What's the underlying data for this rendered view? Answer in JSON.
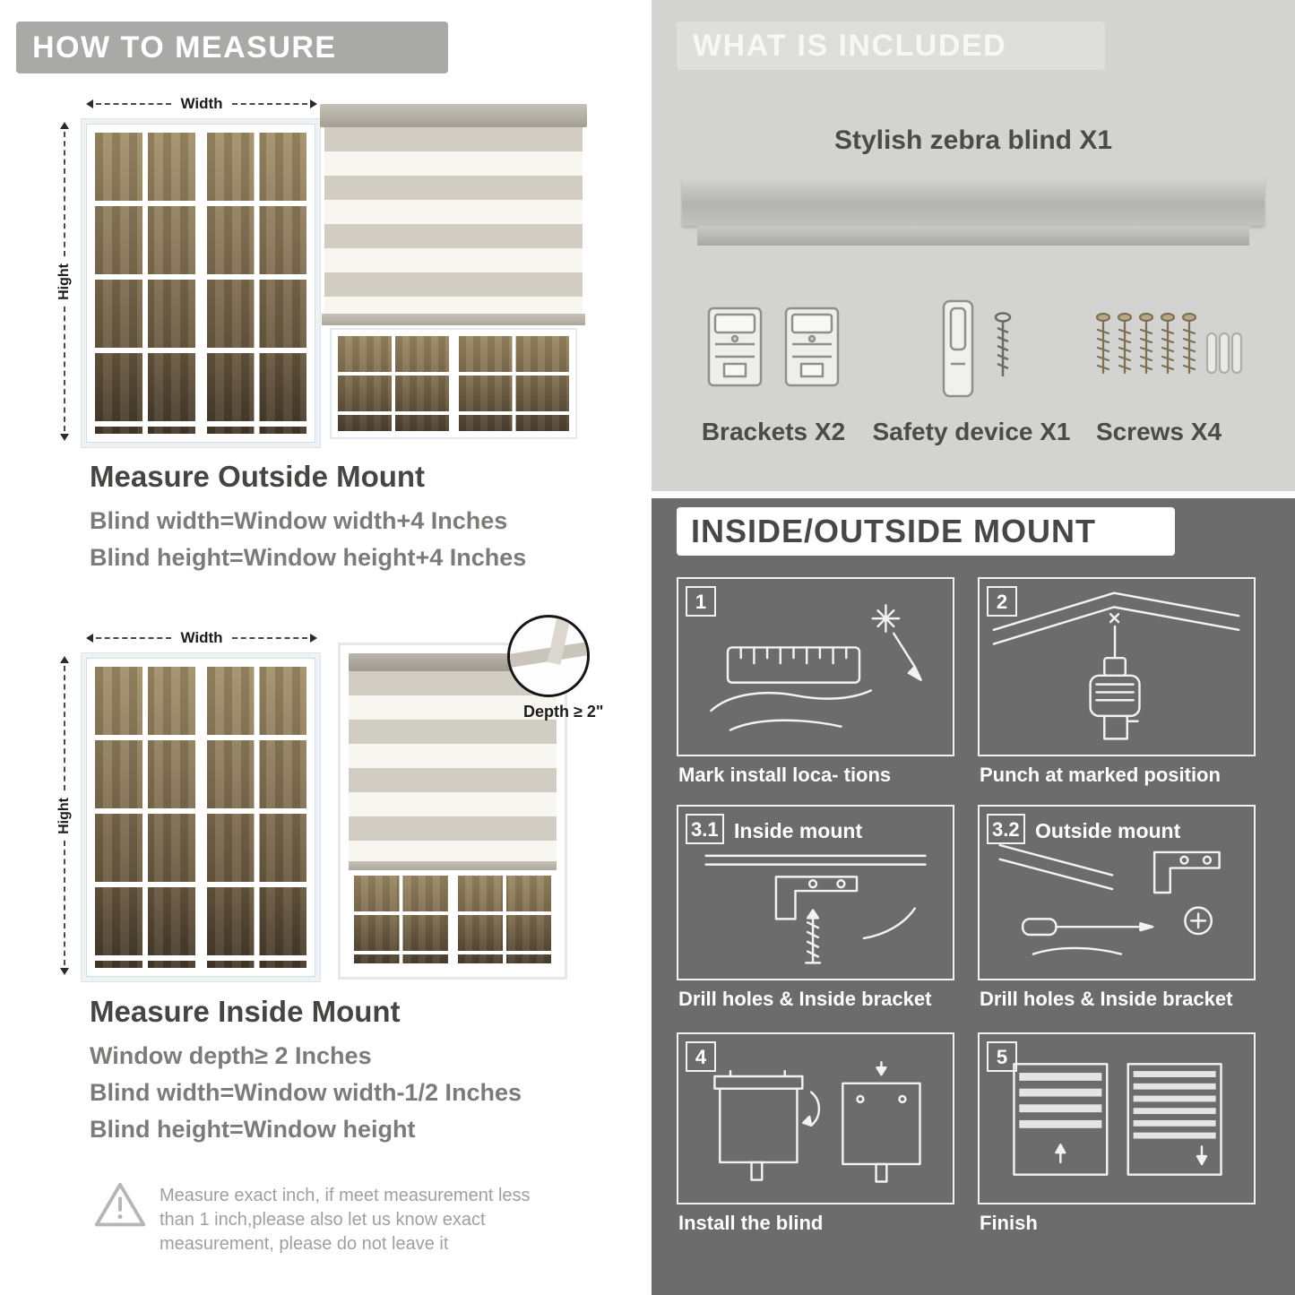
{
  "colors": {
    "left_header_bg": "#a9a9a8",
    "right_top_bg": "#d3d3d1",
    "right_bottom_bg": "#6c6c6c",
    "heading_text": "#454544",
    "body_text": "#7c7b7a"
  },
  "icons": {
    "warning": "warning-triangle-icon",
    "brackets": "brackets-icon",
    "safety": "safety-device-icon",
    "screws": "screws-icon"
  },
  "left": {
    "header": "HOW TO MEASURE",
    "outside_diagram": {
      "width_label": "Width",
      "height_label": "Hight"
    },
    "outside": {
      "title": "Measure Outside Mount",
      "lines": [
        "Blind width=Window width+4 Inches",
        "Blind height=Window height+4 Inches"
      ]
    },
    "inside_diagram": {
      "width_label": "Width",
      "height_label": "Hight",
      "depth_label": "Depth ≥ 2\""
    },
    "inside": {
      "title": "Measure Inside Mount",
      "lines": [
        "Window depth≥ 2 Inches",
        "Blind width=Window width-1/2 Inches",
        "Blind height=Window height"
      ]
    },
    "warning_text": "Measure exact inch, if meet measurement less than 1 inch,please also let us know exact measurement, please do not leave it"
  },
  "included": {
    "header": "WHAT IS INCLUDED",
    "product_label": "Stylish zebra blind X1",
    "items": [
      {
        "label": "Brackets X2"
      },
      {
        "label": "Safety device X1"
      },
      {
        "label": "Screws X4"
      }
    ]
  },
  "mount": {
    "header": "INSIDE/OUTSIDE MOUNT",
    "steps": [
      {
        "num": "1",
        "title": "",
        "caption": "Mark install loca- tions"
      },
      {
        "num": "2",
        "title": "",
        "caption": "Punch at  marked position"
      },
      {
        "num": "3.1",
        "title": "Inside mount",
        "caption": "Drill holes &  Inside bracket"
      },
      {
        "num": "3.2",
        "title": "Outside mount",
        "caption": "Drill holes &  Inside bracket"
      },
      {
        "num": "4",
        "title": "",
        "caption": "Install the blind"
      },
      {
        "num": "5",
        "title": "",
        "caption": "Finish"
      }
    ]
  }
}
